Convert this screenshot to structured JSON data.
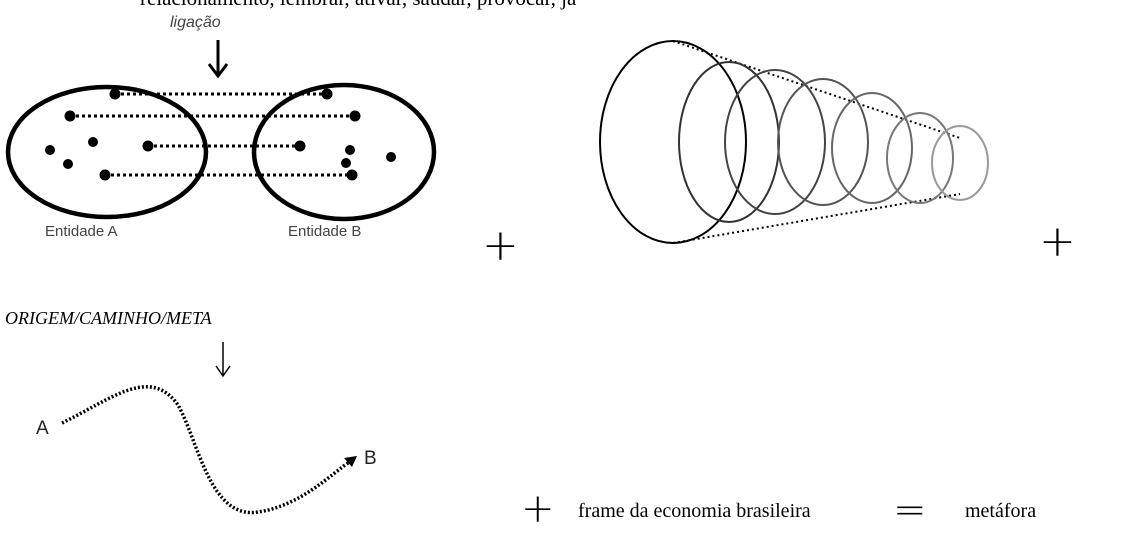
{
  "top_text": "relacionamento, lembrar, ativar, saudar, provocar, já",
  "link_label": "ligação",
  "entity_a_label": "Entidade A",
  "entity_b_label": "Entidade B",
  "plus_symbol": "+",
  "origem_label": "ORIGEM/CAMINHO/META",
  "path_start_label": "A",
  "path_end_label": "B",
  "frame_text": "frame da economia brasileira",
  "equals_symbol": "=",
  "result_text": "metáfora"
}
